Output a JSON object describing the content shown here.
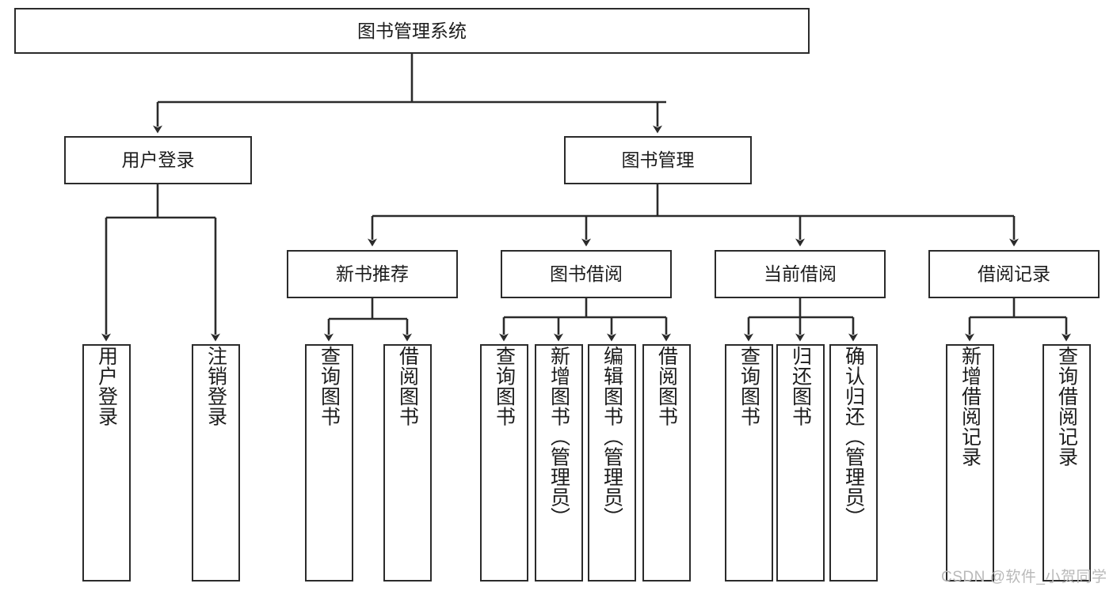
{
  "diagram": {
    "title": "图书管理系统",
    "type": "tree-hierarchy",
    "orientation": "top-down",
    "style": {
      "box_border_color": "#2b2b2b",
      "box_fill_color": "#ffffff",
      "edge_color": "#2b2b2b",
      "background_color": "#ffffff",
      "text_color": "#1c1c1c"
    },
    "root": {
      "label": "图书管理系统"
    },
    "level2": [
      {
        "label": "用户登录"
      },
      {
        "label": "图书管理"
      }
    ],
    "level3": [
      {
        "label": "新书推荐"
      },
      {
        "label": "图书借阅"
      },
      {
        "label": "当前借阅"
      },
      {
        "label": "借阅记录"
      }
    ],
    "leaves": {
      "user_login": [
        {
          "label": "用户登录"
        },
        {
          "label": "注销登录"
        }
      ],
      "new_book_recommend": [
        {
          "label": "查询图书"
        },
        {
          "label": "借阅图书"
        }
      ],
      "book_borrow": [
        {
          "label": "查询图书"
        },
        {
          "label": "新增图书（管理员）"
        },
        {
          "label": "编辑图书（管理员）"
        },
        {
          "label": "借阅图书"
        }
      ],
      "current_borrow": [
        {
          "label": "查询图书"
        },
        {
          "label": "归还图书"
        },
        {
          "label": "确认归还（管理员）"
        }
      ],
      "borrow_record": [
        {
          "label": "新增借阅记录"
        },
        {
          "label": "查询借阅记录"
        }
      ]
    }
  },
  "watermark": {
    "text": "CSDN @软件_小贺同学"
  }
}
